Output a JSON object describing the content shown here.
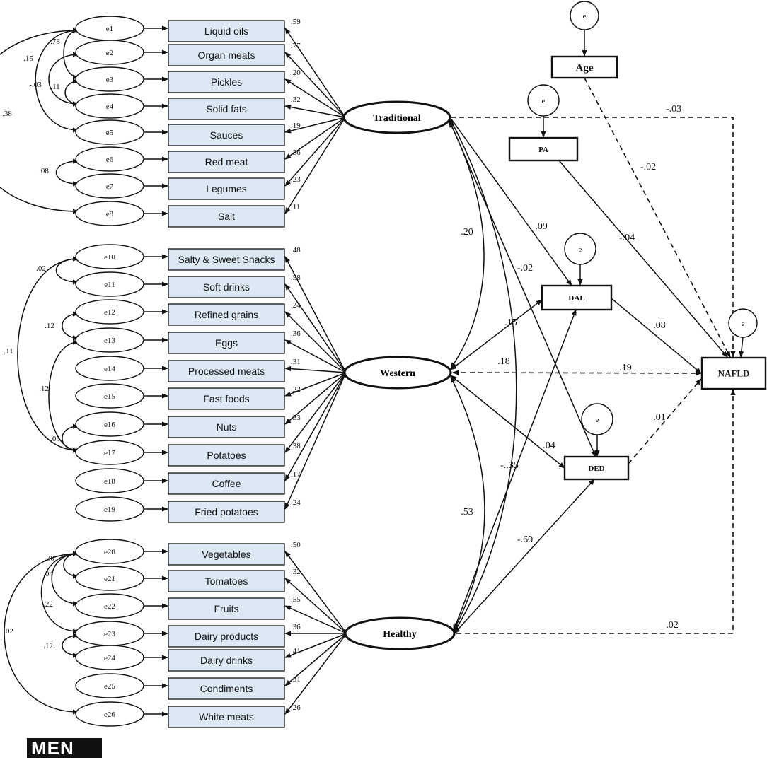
{
  "indicators": [
    {
      "err": "e1",
      "label": "Liquid oils",
      "load": ".59",
      "factor": "traditional"
    },
    {
      "err": "e2",
      "label": "Organ meats",
      "load": ".77",
      "factor": "traditional"
    },
    {
      "err": "e3",
      "label": "Pickles",
      "load": ".20",
      "factor": "traditional"
    },
    {
      "err": "e4",
      "label": "Solid fats",
      "load": ".32",
      "factor": "traditional"
    },
    {
      "err": "e5",
      "label": "Sauces",
      "load": ".19",
      "factor": "traditional"
    },
    {
      "err": "e6",
      "label": "Red meat",
      "load": ".56",
      "factor": "traditional"
    },
    {
      "err": "e7",
      "label": "Legumes",
      "load": ".23",
      "factor": "traditional"
    },
    {
      "err": "e8",
      "label": "Salt",
      "load": ".11",
      "factor": "traditional"
    },
    {
      "err": "e10",
      "label": "Salty & Sweet Snacks",
      "load": ".48",
      "factor": "western"
    },
    {
      "err": "e11",
      "label": "Soft drinks",
      "load": ".58",
      "factor": "western"
    },
    {
      "err": "e12",
      "label": "Refined grains",
      "load": ".24",
      "factor": "western"
    },
    {
      "err": "e13",
      "label": "Eggs",
      "load": ".36",
      "factor": "western"
    },
    {
      "err": "e14",
      "label": "Processed meats",
      "load": ".31",
      "factor": "western"
    },
    {
      "err": "e15",
      "label": "Fast foods",
      "load": ".22",
      "factor": "western"
    },
    {
      "err": "e16",
      "label": "Nuts",
      "load": ".33",
      "factor": "western"
    },
    {
      "err": "e17",
      "label": "Potatoes",
      "load": ".38",
      "factor": "western"
    },
    {
      "err": "e18",
      "label": "Coffee",
      "load": ".17",
      "factor": "western"
    },
    {
      "err": "e19",
      "label": "Fried potatoes",
      "load": ".24",
      "factor": "western"
    },
    {
      "err": "e20",
      "label": "Vegetables",
      "load": ".50",
      "factor": "healthy"
    },
    {
      "err": "e21",
      "label": "Tomatoes",
      "load": ".32",
      "factor": "healthy"
    },
    {
      "err": "e22",
      "label": "Fruits",
      "load": ".55",
      "factor": "healthy"
    },
    {
      "err": "e23",
      "label": "Dairy products",
      "load": ".36",
      "factor": "healthy"
    },
    {
      "err": "e24",
      "label": "Dairy drinks",
      "load": ".41",
      "factor": "healthy"
    },
    {
      "err": "e25",
      "label": "Condiments",
      "load": ".31",
      "factor": "healthy"
    },
    {
      "err": "e26",
      "label": "White meats",
      "load": ".26",
      "factor": "healthy"
    }
  ],
  "latents": {
    "traditional": "Traditional",
    "western": "Western",
    "healthy": "Healthy"
  },
  "observed": {
    "age": "Age",
    "pa": "PA",
    "dal": "DAL",
    "ded": "DED",
    "nafld": "NAFLD"
  },
  "error_symbol": "e",
  "error_covariances": [
    {
      "from": "e1",
      "to": "e3",
      "value": ".78"
    },
    {
      "from": "e1",
      "to": "e5",
      "value": ".15"
    },
    {
      "from": "e2",
      "to": "e4",
      "value": "-.03"
    },
    {
      "from": "e3",
      "to": "e4",
      "value": ".11"
    },
    {
      "from": "e1",
      "to": "e8",
      "value": ".38"
    },
    {
      "from": "e6",
      "to": "e7",
      "value": ".08"
    },
    {
      "from": "e10",
      "to": "e11",
      "value": ".02"
    },
    {
      "from": "e12",
      "to": "e13",
      "value": ".12"
    },
    {
      "from": "e10",
      "to": "e17",
      "value": ".11"
    },
    {
      "from": "e13",
      "to": "e17",
      "value": ".12"
    },
    {
      "from": "e16",
      "to": "e17",
      "value": ".05"
    },
    {
      "from": "e20",
      "to": "e21",
      "value": ".30"
    },
    {
      "from": "e20",
      "to": "e22",
      "value": ".04"
    },
    {
      "from": "e20",
      "to": "e23",
      "value": ".22"
    },
    {
      "from": "e23",
      "to": "e24",
      "value": ".12"
    },
    {
      "from": "e20",
      "to": "e26",
      "value": ".02"
    }
  ],
  "paths": {
    "trad_western": ".20",
    "western_healthy": ".53",
    "trad_healthy": ".18",
    "trad_dal": ".09",
    "trad_ded": "-.02",
    "western_dal": ".15",
    "western_ded": ".04",
    "healthy_dal": "-..35",
    "healthy_ded": "-.60",
    "trad_nafld": "-.03",
    "age_nafld": "-.02",
    "pa_nafld": "-.04",
    "dal_nafld": ".08",
    "western_nafld": ".19",
    "ded_nafld": ".01",
    "healthy_nafld": ".02"
  },
  "logo_text": "MEN"
}
